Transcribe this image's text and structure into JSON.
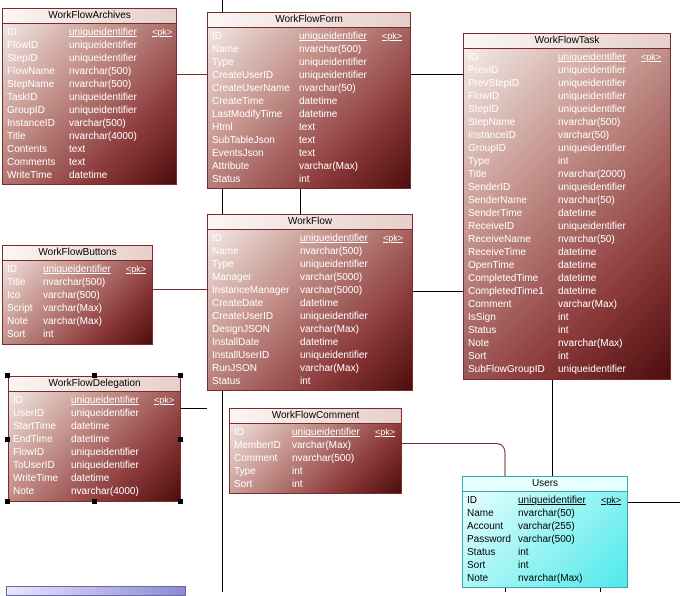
{
  "entities": [
    {
      "key": "workflowarchives",
      "title": "WorkFlowArchives",
      "columns": [
        {
          "name": "ID",
          "type": "uniqueidentifier",
          "key": "<pk>"
        },
        {
          "name": "FlowID",
          "type": "uniqueidentifier"
        },
        {
          "name": "StepID",
          "type": "uniqueidentifier"
        },
        {
          "name": "FlowName",
          "type": "nvarchar(500)"
        },
        {
          "name": "StepName",
          "type": "nvarchar(500)"
        },
        {
          "name": "TaskID",
          "type": "uniqueidentifier"
        },
        {
          "name": "GroupID",
          "type": "uniqueidentifier"
        },
        {
          "name": "InstanceID",
          "type": "varchar(500)"
        },
        {
          "name": "Title",
          "type": "nvarchar(4000)"
        },
        {
          "name": "Contents",
          "type": "text"
        },
        {
          "name": "Comments",
          "type": "text"
        },
        {
          "name": "WriteTime",
          "type": "datetime"
        }
      ]
    },
    {
      "key": "workflowform",
      "title": "WorkFlowForm",
      "columns": [
        {
          "name": "ID",
          "type": "uniqueidentifier",
          "key": "<pk>"
        },
        {
          "name": "Name",
          "type": "nvarchar(500)"
        },
        {
          "name": "Type",
          "type": "uniqueidentifier"
        },
        {
          "name": "CreateUserID",
          "type": "uniqueidentifier"
        },
        {
          "name": "CreateUserName",
          "type": "nvarchar(50)"
        },
        {
          "name": "CreateTime",
          "type": "datetime"
        },
        {
          "name": "LastModifyTime",
          "type": "datetime"
        },
        {
          "name": "Html",
          "type": "text"
        },
        {
          "name": "SubTableJson",
          "type": "text"
        },
        {
          "name": "EventsJson",
          "type": "text"
        },
        {
          "name": "Attribute",
          "type": "varchar(Max)"
        },
        {
          "name": "Status",
          "type": "int"
        }
      ]
    },
    {
      "key": "workflowtask",
      "title": "WorkFlowTask",
      "columns": [
        {
          "name": "ID",
          "type": "uniqueidentifier",
          "key": "<pk>"
        },
        {
          "name": "PrevID",
          "type": "uniqueidentifier"
        },
        {
          "name": "PrevStepID",
          "type": "uniqueidentifier"
        },
        {
          "name": "FlowID",
          "type": "uniqueidentifier"
        },
        {
          "name": "StepID",
          "type": "uniqueidentifier"
        },
        {
          "name": "StepName",
          "type": "nvarchar(500)"
        },
        {
          "name": "InstanceID",
          "type": "varchar(50)"
        },
        {
          "name": "GroupID",
          "type": "uniqueidentifier"
        },
        {
          "name": "Type",
          "type": "int"
        },
        {
          "name": "Title",
          "type": "nvarchar(2000)"
        },
        {
          "name": "SenderID",
          "type": "uniqueidentifier"
        },
        {
          "name": "SenderName",
          "type": "nvarchar(50)"
        },
        {
          "name": "SenderTime",
          "type": "datetime"
        },
        {
          "name": "ReceiveID",
          "type": "uniqueidentifier"
        },
        {
          "name": "ReceiveName",
          "type": "nvarchar(50)"
        },
        {
          "name": "ReceiveTime",
          "type": "datetime"
        },
        {
          "name": "OpenTime",
          "type": "datetime"
        },
        {
          "name": "CompletedTime",
          "type": "datetime"
        },
        {
          "name": "CompletedTime1",
          "type": "datetime"
        },
        {
          "name": "Comment",
          "type": "varchar(Max)"
        },
        {
          "name": "IsSign",
          "type": "int"
        },
        {
          "name": "Status",
          "type": "int"
        },
        {
          "name": "Note",
          "type": "nvarchar(Max)"
        },
        {
          "name": "Sort",
          "type": "int"
        },
        {
          "name": "SubFlowGroupID",
          "type": "uniqueidentifier"
        }
      ]
    },
    {
      "key": "workflowbuttons",
      "title": "WorkFlowButtons",
      "columns": [
        {
          "name": "ID",
          "type": "uniqueidentifier",
          "key": "<pk>"
        },
        {
          "name": "Title",
          "type": "nvarchar(500)"
        },
        {
          "name": "Ico",
          "type": "varchar(500)"
        },
        {
          "name": "Script",
          "type": "varchar(Max)"
        },
        {
          "name": "Note",
          "type": "varchar(Max)"
        },
        {
          "name": "Sort",
          "type": "int"
        }
      ]
    },
    {
      "key": "workflow",
      "title": "WorkFlow",
      "columns": [
        {
          "name": "ID",
          "type": "uniqueidentifier",
          "key": "<pk>"
        },
        {
          "name": "Name",
          "type": "nvarchar(500)"
        },
        {
          "name": "Type",
          "type": "uniqueidentifier"
        },
        {
          "name": "Manager",
          "type": "varchar(5000)"
        },
        {
          "name": "InstanceManager",
          "type": "varchar(5000)"
        },
        {
          "name": "CreateDate",
          "type": "datetime"
        },
        {
          "name": "CreateUserID",
          "type": "uniqueidentifier"
        },
        {
          "name": "DesignJSON",
          "type": "varchar(Max)"
        },
        {
          "name": "InstallDate",
          "type": "datetime"
        },
        {
          "name": "InstallUserID",
          "type": "uniqueidentifier"
        },
        {
          "name": "RunJSON",
          "type": "varchar(Max)"
        },
        {
          "name": "Status",
          "type": "int"
        }
      ]
    },
    {
      "key": "workflowdelegation",
      "title": "WorkFlowDelegation",
      "columns": [
        {
          "name": "ID",
          "type": "uniqueidentifier",
          "key": "<pk>"
        },
        {
          "name": "UserID",
          "type": "uniqueidentifier"
        },
        {
          "name": "StartTime",
          "type": "datetime"
        },
        {
          "name": "EndTime",
          "type": "datetime"
        },
        {
          "name": "FlowID",
          "type": "uniqueidentifier"
        },
        {
          "name": "ToUserID",
          "type": "uniqueidentifier"
        },
        {
          "name": "WriteTime",
          "type": "datetime"
        },
        {
          "name": "Note",
          "type": "nvarchar(4000)"
        }
      ]
    },
    {
      "key": "workflowcomment",
      "title": "WorkFlowComment",
      "columns": [
        {
          "name": "ID",
          "type": "uniqueidentifier",
          "key": "<pk>"
        },
        {
          "name": "MemberID",
          "type": "varchar(Max)"
        },
        {
          "name": "Comment",
          "type": "nvarchar(500)"
        },
        {
          "name": "Type",
          "type": "int"
        },
        {
          "name": "Sort",
          "type": "int"
        }
      ]
    },
    {
      "key": "users",
      "title": "Users",
      "columns": [
        {
          "name": "ID",
          "type": "uniqueidentifier",
          "key": "<pk>"
        },
        {
          "name": "Name",
          "type": "nvarchar(50)"
        },
        {
          "name": "Account",
          "type": "varchar(255)"
        },
        {
          "name": "Password",
          "type": "varchar(500)"
        },
        {
          "name": "Status",
          "type": "int"
        },
        {
          "name": "Sort",
          "type": "int"
        },
        {
          "name": "Note",
          "type": "nvarchar(Max)"
        }
      ]
    }
  ],
  "colors": {
    "table_border": "#7b2b2b",
    "users_fill": "#4fe9ec",
    "connector": "#7b2b2b"
  }
}
